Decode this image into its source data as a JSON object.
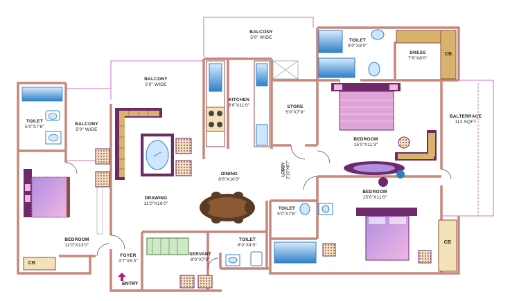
{
  "rooms": {
    "balcony_top": {
      "name": "BALCONY",
      "dim": "5'0\" WIDE"
    },
    "toilet_master": {
      "name": "TOILET",
      "dim": "9'0\"X8'0\""
    },
    "dress": {
      "name": "DRESS",
      "dim": "7'6\"X8'0\""
    },
    "balcony_mid": {
      "name": "BALCONY",
      "dim": "5'0\" WIDE"
    },
    "kitchen": {
      "name": "KITCHEN",
      "dim": "8'0\"X11'0\""
    },
    "store": {
      "name": "STORE",
      "dim": "5'0\"X7'9\""
    },
    "bedroom_master": {
      "name": "BEDROOM",
      "dim": "15'0\"X11'3\""
    },
    "balterrace": {
      "name": "BALTERRACE",
      "dim": "113 SQFT"
    },
    "toilet_left": {
      "name": "TOILET",
      "dim": "5'0\"X7'6\""
    },
    "balcony_left": {
      "name": "BALCONY",
      "dim": "5'0\" WIDE"
    },
    "dining": {
      "name": "DINING",
      "dim": "8'6\"X10'3\""
    },
    "lobby": {
      "name": "LOBBY",
      "dim": "2'10\"X6'7\""
    },
    "bedroom_left": {
      "name": "BEDROOM",
      "dim": "11'0\"X13'0\""
    },
    "drawing": {
      "name": "DRAWING",
      "dim": "11'0\"X16'0\""
    },
    "toilet_right": {
      "name": "TOILET",
      "dim": "5'0\"X7'6\""
    },
    "bedroom_right": {
      "name": "BEDROOM",
      "dim": "15'0\"X11'0\""
    },
    "foyer": {
      "name": "FOYER",
      "dim": "3'7\"X5'3\""
    },
    "servant": {
      "name": "SERVANT",
      "dim": "9'0\"X7'0\""
    },
    "toilet_servant": {
      "name": "TOILET",
      "dim": "6'0\"X4'0\""
    }
  },
  "cupboards": {
    "cb1": "CB",
    "cb2": "CB",
    "cb3": "CB"
  },
  "entry_label": "ENTRY",
  "colors": {
    "wall": "#c9867a",
    "wall_dark": "#8a4f46",
    "outline_pink": "#d98fd0",
    "fixture_blue": "#2f7fc8",
    "bed_pink": "#e0a3d6",
    "sofa_gold": "#d9b36b",
    "furniture_purple": "#6e2a6a",
    "table_brown": "#5a3a22"
  }
}
